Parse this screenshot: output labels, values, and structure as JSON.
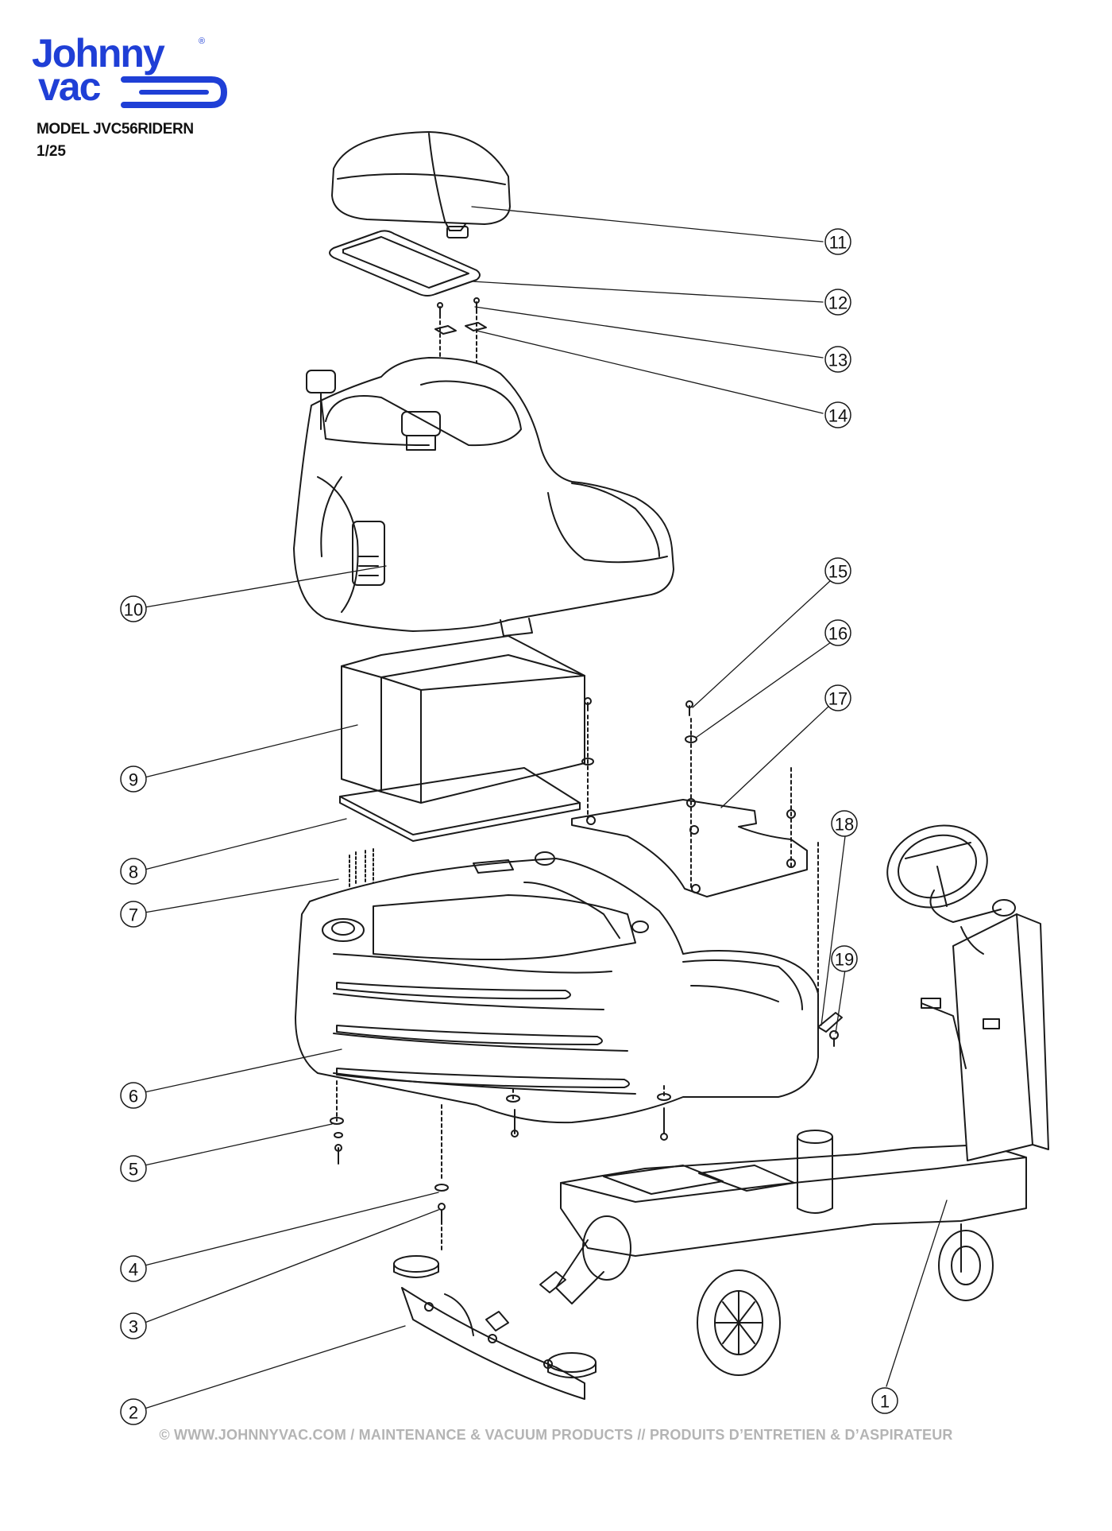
{
  "brand": {
    "line1": "Johnny",
    "line2": "vac",
    "registered": "®",
    "color": "#1f3fd6"
  },
  "header": {
    "model": "MODEL JVC56RIDERN",
    "page": "1/25"
  },
  "callouts": [
    {
      "number": "1"
    },
    {
      "number": "2"
    },
    {
      "number": "3"
    },
    {
      "number": "4"
    },
    {
      "number": "5"
    },
    {
      "number": "6"
    },
    {
      "number": "7"
    },
    {
      "number": "8"
    },
    {
      "number": "9"
    },
    {
      "number": "10"
    },
    {
      "number": "11"
    },
    {
      "number": "12"
    },
    {
      "number": "13"
    },
    {
      "number": "14"
    },
    {
      "number": "15"
    },
    {
      "number": "16"
    },
    {
      "number": "17"
    },
    {
      "number": "18"
    },
    {
      "number": "19"
    }
  ],
  "footer": {
    "text": "© WWW.JOHNNYVAC.COM / MAINTENANCE & VACUUM PRODUCTS  //  PRODUITS D’ENTRETIEN & D’ASPIRATEUR"
  },
  "colors": {
    "line": "#1a1a1a",
    "footer": "#b4b4b4"
  }
}
